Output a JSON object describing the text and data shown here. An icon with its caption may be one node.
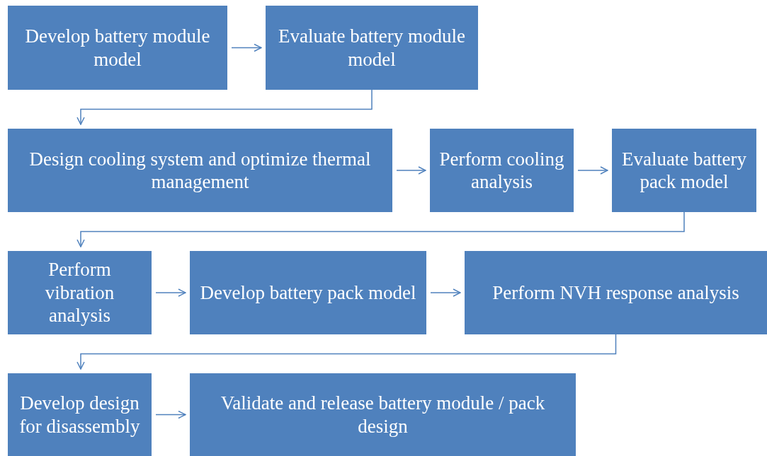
{
  "diagram": {
    "nodes": [
      {
        "text": [
          "Develop battery module model"
        ]
      },
      {
        "text": [
          "Evaluate battery module model"
        ]
      },
      {
        "text": [
          "Design cooling system and optimize thermal management"
        ]
      },
      {
        "text": [
          "Perform cooling analysis"
        ]
      },
      {
        "text": [
          "Evaluate battery pack model"
        ]
      },
      {
        "text": [
          "Perform vibration analysis"
        ]
      },
      {
        "text": [
          "Develop battery pack model"
        ]
      },
      {
        "text": [
          "Perform NVH response analysis"
        ]
      },
      {
        "text": [
          "Develop design for disassembly"
        ]
      },
      {
        "text": [
          "Validate and release battery module / pack design"
        ]
      }
    ],
    "edges": [
      {
        "from": 0,
        "to": 1,
        "arrow": "to"
      },
      {
        "from": 1,
        "to": 2,
        "arrow": "to"
      },
      {
        "from": 2,
        "to": 3,
        "arrow": "to"
      },
      {
        "from": 3,
        "to": 4,
        "arrow": "to"
      },
      {
        "from": 4,
        "to": 5,
        "arrow": "to"
      },
      {
        "from": 5,
        "to": 6,
        "arrow": "to"
      },
      {
        "from": 6,
        "to": 7,
        "arrow": "to"
      },
      {
        "from": 7,
        "to": 8,
        "arrow": "to"
      },
      {
        "from": 8,
        "to": 9,
        "arrow": "to"
      }
    ]
  }
}
